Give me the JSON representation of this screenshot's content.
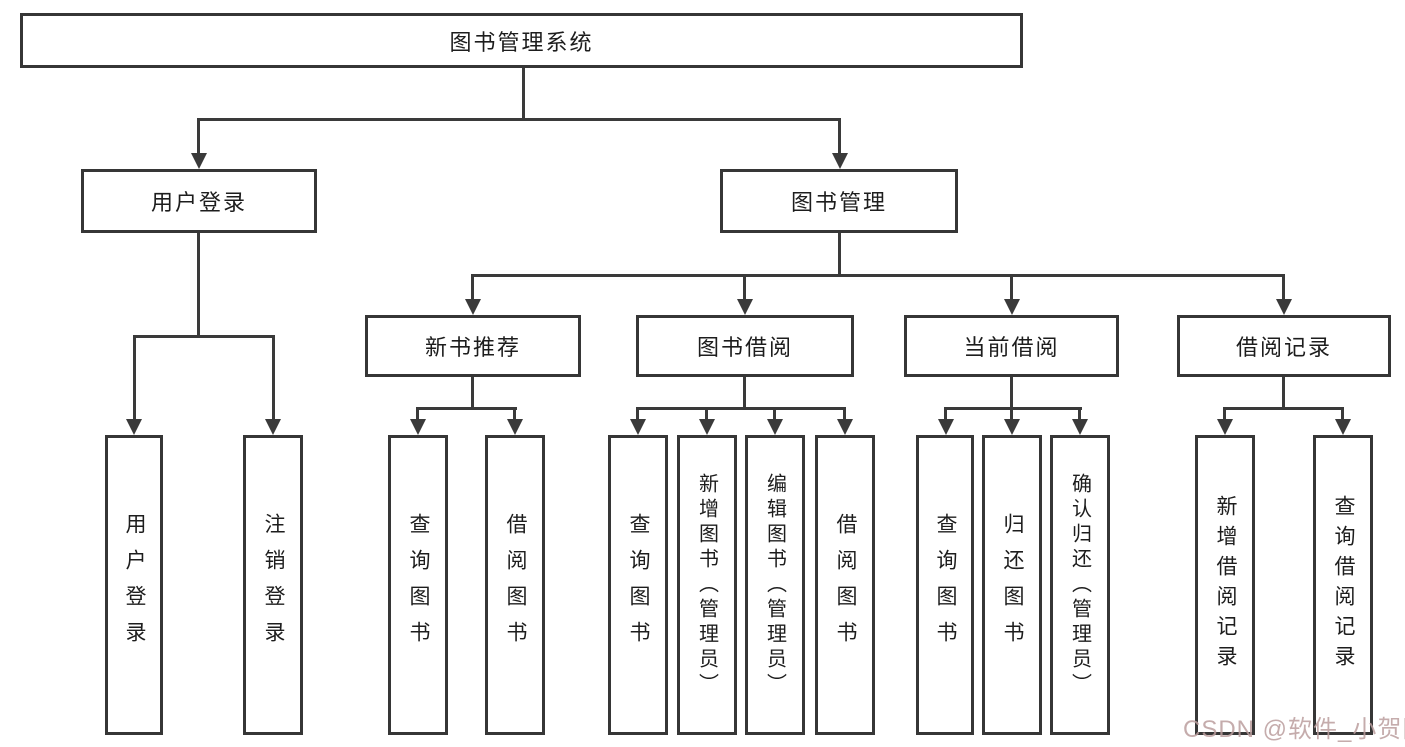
{
  "tree": {
    "root": {
      "label": "图书管理系统",
      "children": [
        {
          "label": "用户登录",
          "children": [
            {
              "label": "用户登录"
            },
            {
              "label": "注销登录"
            }
          ]
        },
        {
          "label": "图书管理",
          "children": [
            {
              "label": "新书推荐",
              "children": [
                {
                  "label": "查询图书"
                },
                {
                  "label": "借阅图书"
                }
              ]
            },
            {
              "label": "图书借阅",
              "children": [
                {
                  "label": "查询图书"
                },
                {
                  "label": "新增图书（管理员）"
                },
                {
                  "label": "编辑图书（管理员）"
                },
                {
                  "label": "借阅图书"
                }
              ]
            },
            {
              "label": "当前借阅",
              "children": [
                {
                  "label": "查询图书"
                },
                {
                  "label": "归还图书"
                },
                {
                  "label": "确认归还（管理员）"
                }
              ]
            },
            {
              "label": "借阅记录",
              "children": [
                {
                  "label": "新增借阅记录"
                },
                {
                  "label": "查询借阅记录"
                }
              ]
            }
          ]
        }
      ]
    }
  },
  "watermark": {
    "text": "CSDN @软件_小贺同学"
  },
  "colors": {
    "line": "#3a3a3a",
    "watermark_text": "#bb9e9e"
  }
}
